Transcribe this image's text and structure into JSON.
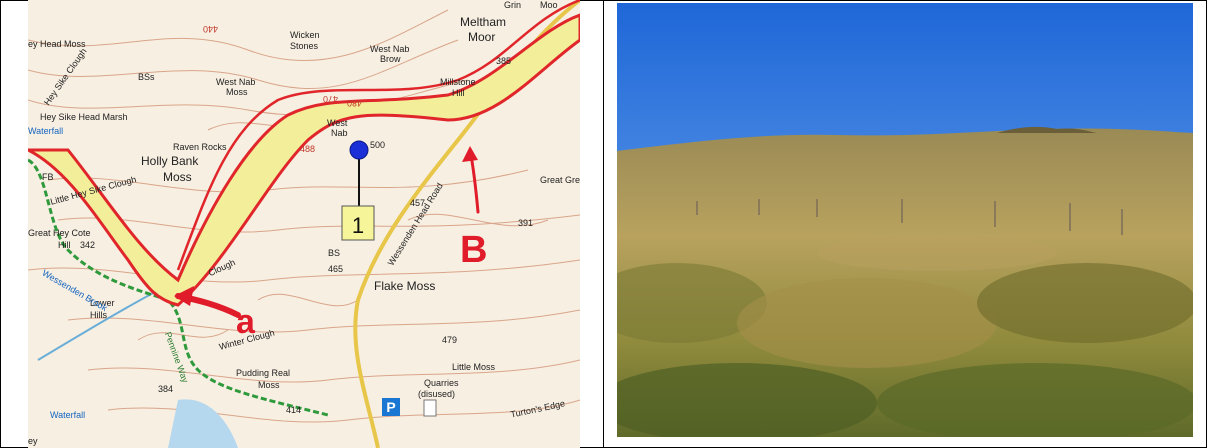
{
  "map": {
    "labels": {
      "hey_head_moss": "ey Head Moss",
      "wicken_stones": "Wicken",
      "wicken_stones2": "Stones",
      "meltham_moor": "Meltham",
      "meltham_moor2": "Moor",
      "west_nab_brow": "West Nab",
      "west_nab_brow2": "Brow",
      "west_nab_moss": "West Nab",
      "west_nab_moss2": "Moss",
      "millstone_hill": "Millstone",
      "millstone_hill2": "Hill",
      "hey_sike_clough": "Hey Sike Clough",
      "hey_sike_head_marsh": "Hey Sike Head Marsh",
      "waterfall": "Waterfall",
      "raven_rocks": "Raven Rocks",
      "holly_bank_moss": "Holly Bank",
      "holly_bank_moss2": "Moss",
      "west_nab": "West",
      "west_nab2": "Nab",
      "little_hey_sike_clough": "Little Hey Sike Clough",
      "fb": "FB",
      "great_hey_cote": "Great Hey Cote",
      "hill_342": "Hill",
      "spot_342": "342",
      "wessenden_head_road": "Wessenden Head Road",
      "great_green": "Great Gre",
      "bs": "BS",
      "spot_465": "465",
      "flake_moss": "Flake Moss",
      "lower_hills": "Lower",
      "lower_hills2": "Hills",
      "wessenden_brook": "Wessenden Brook",
      "pennine_way": "Pennine Way",
      "winter_clough": "Winter Clough",
      "pudding_real_moss": "Pudding Real",
      "pudding_real_moss2": "Moss",
      "spot_384": "384",
      "spot_414": "414",
      "spot_479": "479",
      "little_moss": "Little Moss",
      "quarries": "Quarries",
      "disused": "(disused)",
      "turtons_edge": "Turton's Edge",
      "waterfall_2": "Waterfall",
      "spot_500": "500",
      "spot_488": "488",
      "spot_457": "457",
      "spot_385": "385",
      "spot_391": "391",
      "spot_470": "470",
      "spot_480": "480",
      "spot_440": "440",
      "bss": "BSs",
      "grin": "Grin",
      "moo": "Moo",
      "clough": "Clough",
      "ey": "ey"
    },
    "marker_label": "1",
    "annotation_a": "a",
    "annotation_b": "B",
    "parking_symbol": "P",
    "colors": {
      "land": "#f7efe2",
      "contour": "#d9a58a",
      "route_fill": "#f2ee9a",
      "route_border": "#e0262a",
      "path_green": "#2e9a3c",
      "water": "#b6d8ee",
      "marker": "#1a2fd6",
      "label_box": "#f6f59a",
      "road_yellow": "#e7c64a",
      "annotation": "#e01b2a",
      "parking": "#1976d2"
    }
  },
  "photo": {
    "colors": {
      "sky_top": "#1f67d8",
      "sky_bottom": "#7fb6f0",
      "grass_light": "#c4b06a",
      "grass_dark": "#6d6a2a"
    }
  }
}
